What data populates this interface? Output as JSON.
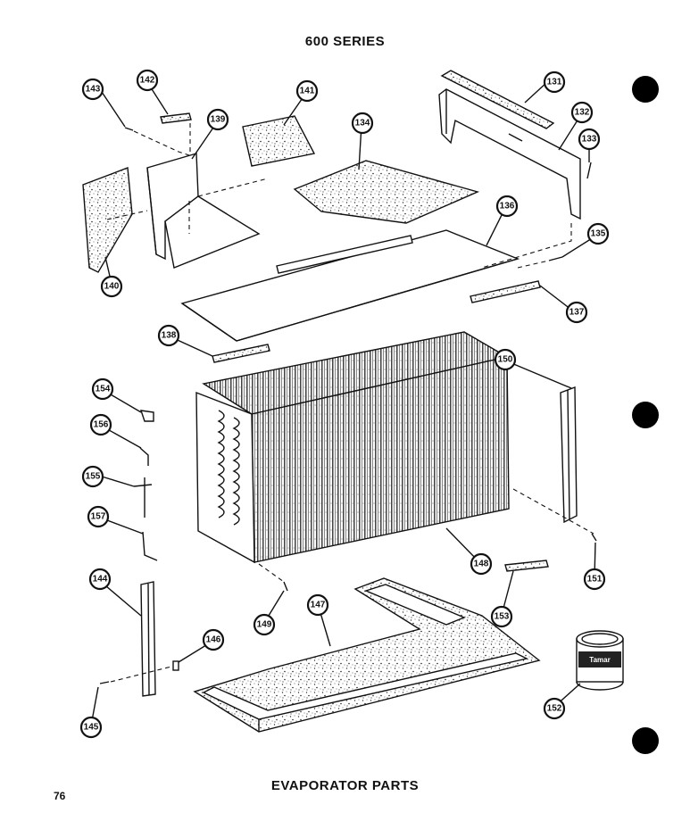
{
  "header": {
    "title": "600 SERIES"
  },
  "footer": {
    "caption": "EVAPORATOR PARTS",
    "page_number": "76"
  },
  "callouts": [
    "131",
    "132",
    "133",
    "134",
    "135",
    "136",
    "137",
    "138",
    "139",
    "140",
    "141",
    "142",
    "143",
    "144",
    "145",
    "146",
    "147",
    "148",
    "149",
    "150",
    "151",
    "152",
    "153",
    "154",
    "155",
    "156",
    "157"
  ],
  "can_label": "Tamar"
}
